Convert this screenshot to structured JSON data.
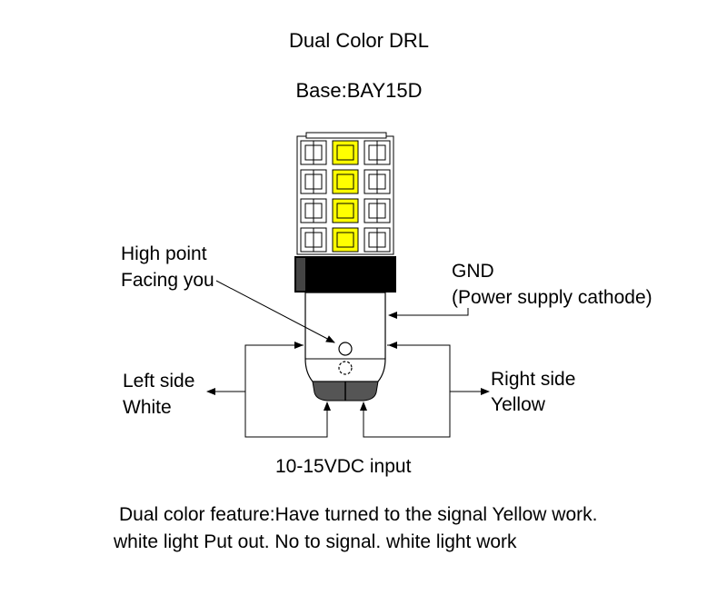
{
  "title": "Dual Color DRL",
  "base": "Base:BAY15D",
  "labels": {
    "high_point": "High point",
    "facing_you": "Facing you",
    "gnd": "GND",
    "gnd_desc": "(Power supply cathode)",
    "left_side": "Left side",
    "left_color": "White",
    "right_side": "Right side",
    "right_color": "Yellow",
    "input": "10-15VDC input"
  },
  "feature_lines": [
    "Dual color feature:Have turned to the signal Yellow work.",
    "white light Put out. No to signal. white light work"
  ],
  "colors": {
    "led_yellow": "#ffff00",
    "led_white": "#ffffff",
    "collar": "#000000",
    "contacts": "#555555",
    "line": "#000000"
  }
}
